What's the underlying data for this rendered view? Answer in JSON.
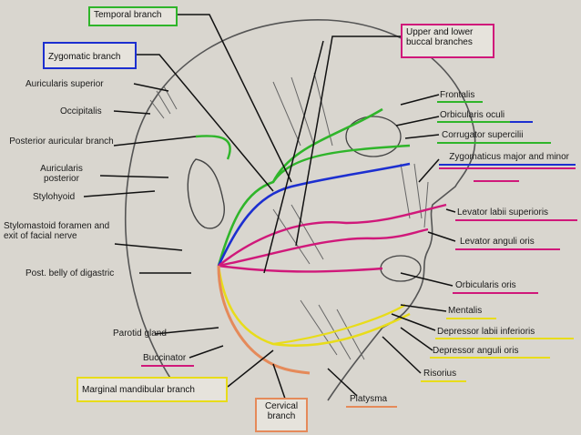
{
  "colors": {
    "green": "#2fb52a",
    "blue": "#1c2fd0",
    "magenta": "#d0187a",
    "yellow": "#e8dc1a",
    "orange": "#e58a5a",
    "black": "#111111",
    "paper": "#d9d6cf"
  },
  "boxed": {
    "temporal": "Temporal branch",
    "zygomatic": "Zygomatic branch",
    "buccal": "Upper and lower buccal branches",
    "marginal": "Marginal mandibular branch",
    "cervical": "Cervical branch"
  },
  "left_labels": {
    "auricularis_superior": "Auricularis superior",
    "occipitalis": "Occipitalis",
    "posterior_auricular": "Posterior auricular branch",
    "auricularis_posterior": "Auricularis posterior",
    "stylohyoid": "Stylohyoid",
    "stylomastoid": "Stylomastoid foramen and exit of facial nerve",
    "digastric": "Post. belly of digastric",
    "parotid": "Parotid gland",
    "buccinator": "Buccinator"
  },
  "right_labels": {
    "frontalis": "Frontalis",
    "orbicularis_oculi": "Orbicularis oculi",
    "corrugator": "Corrugator supercilii",
    "zygomaticus": "Zygomaticus major and minor",
    "levator_labii": "Levator labii superioris",
    "levator_anguli": "Levator anguli oris",
    "orbicularis_oris": "Orbicularis oris",
    "mentalis": "Mentalis",
    "depressor_labii": "Depressor labii inferioris",
    "depressor_anguli": "Depressor anguli oris",
    "risorius": "Risorius",
    "platysma": "Platysma"
  }
}
